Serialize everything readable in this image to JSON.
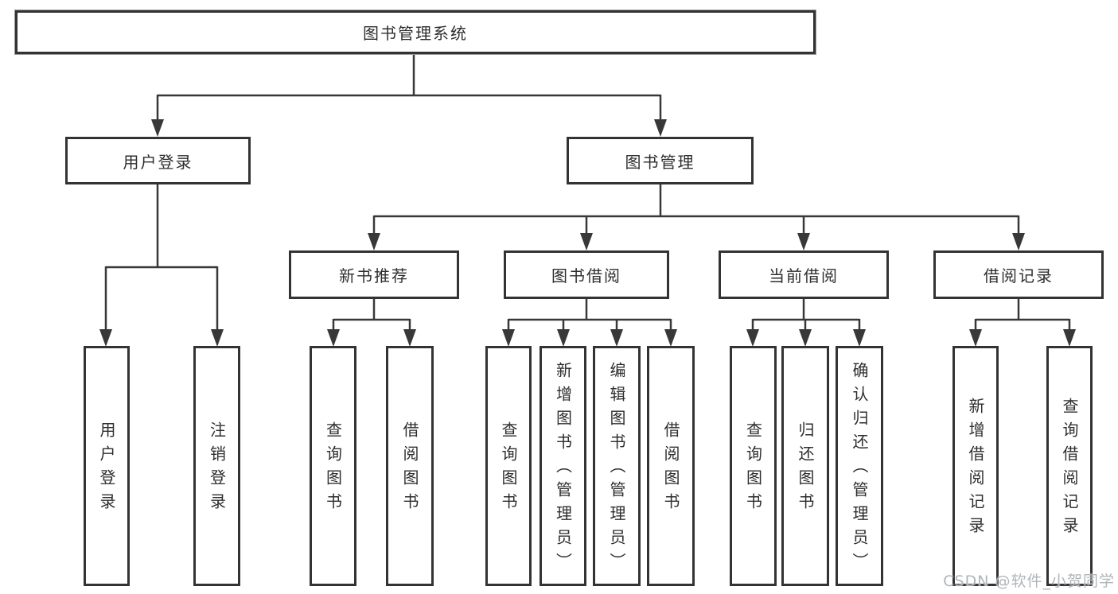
{
  "diagram": {
    "root": {
      "label": "图书管理系统"
    },
    "branches": [
      {
        "label": "用户登录"
      },
      {
        "label": "图书管理"
      }
    ],
    "sections": [
      {
        "label": "新书推荐"
      },
      {
        "label": "图书借阅"
      },
      {
        "label": "当前借阅"
      },
      {
        "label": "借阅记录"
      }
    ],
    "leaves": [
      {
        "label": "用户登录",
        "parent": "用户登录"
      },
      {
        "label": "注销登录",
        "parent": "用户登录"
      },
      {
        "label": "查询图书",
        "parent": "新书推荐"
      },
      {
        "label": "借阅图书",
        "parent": "新书推荐"
      },
      {
        "label": "查询图书",
        "parent": "图书借阅"
      },
      {
        "label": "新增图书（管理员）",
        "parent": "图书借阅"
      },
      {
        "label": "编辑图书（管理员）",
        "parent": "图书借阅"
      },
      {
        "label": "借阅图书",
        "parent": "图书借阅"
      },
      {
        "label": "查询图书",
        "parent": "当前借阅"
      },
      {
        "label": "归还图书",
        "parent": "当前借阅"
      },
      {
        "label": "确认归还（管理员）",
        "parent": "当前借阅"
      },
      {
        "label": "新增借阅记录",
        "parent": "借阅记录"
      },
      {
        "label": "查询借阅记录",
        "parent": "借阅记录"
      }
    ]
  },
  "watermark": {
    "text": "CSDN @软件_小贺同学"
  },
  "colors": {
    "line": "#383838",
    "border": "#333333",
    "text": "#2e2e2e",
    "watermark": "#abb2b6",
    "background": "#ffffff"
  }
}
